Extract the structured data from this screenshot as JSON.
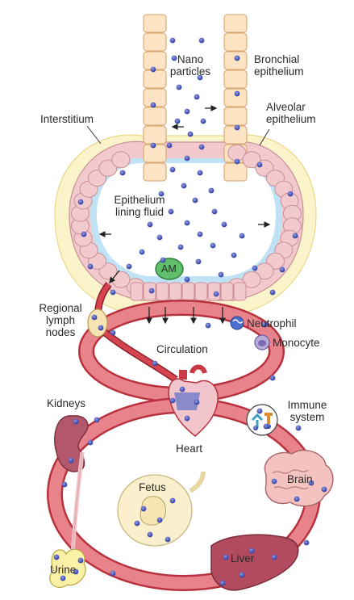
{
  "labels": {
    "nano_particles": [
      "Nano",
      "particles"
    ],
    "bronchial_epithelium": [
      "Bronchial",
      "epithelium"
    ],
    "alveolar_epithelium": [
      "Alveolar",
      "epithelium"
    ],
    "interstitium": "Interstitium",
    "epithelium_lining_fluid": [
      "Epithelium",
      "lining fluid"
    ],
    "am": "AM",
    "regional_lymph_nodes": [
      "Regional",
      "lymph",
      "nodes"
    ],
    "neutrophil": "Neutrophil",
    "monocyte": "Monocyte",
    "circulation": "Circulation",
    "kidneys": "Kidneys",
    "immune_system": [
      "Immune",
      "system"
    ],
    "heart": "Heart",
    "fetus": "Fetus",
    "brain": "Brain",
    "liver": "Liver",
    "urine": "Urine"
  },
  "colors": {
    "particle": "#3f4fb5",
    "vessel": "#e36b73",
    "vessel_dark": "#b8323e",
    "cell": "#f2c9cd",
    "interstitium": "#fbf3c9",
    "lining_fluid": "#bfe3f5",
    "bronchial_cell": "#fbe3c4",
    "am": "#5fbf6b"
  }
}
